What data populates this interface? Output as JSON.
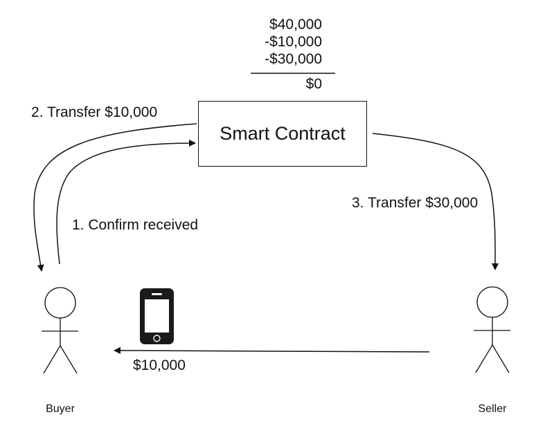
{
  "calculation": {
    "lines": [
      "$40,000",
      "-$10,000",
      "-$30,000"
    ],
    "result": "$0"
  },
  "smart_contract": {
    "title": "Smart Contract"
  },
  "steps": {
    "confirm_received": "1. Confirm received",
    "transfer_to_buyer": "2. Transfer $10,000",
    "transfer_to_seller": "3. Transfer $30,000"
  },
  "payment": {
    "amount": "$10,000",
    "device_icon": "smartphone-icon"
  },
  "actors": {
    "buyer": {
      "label": "Buyer",
      "icon": "stick-figure-icon"
    },
    "seller": {
      "label": "Seller",
      "icon": "stick-figure-icon"
    }
  },
  "colors": {
    "line": "#111111",
    "background": "#ffffff"
  }
}
